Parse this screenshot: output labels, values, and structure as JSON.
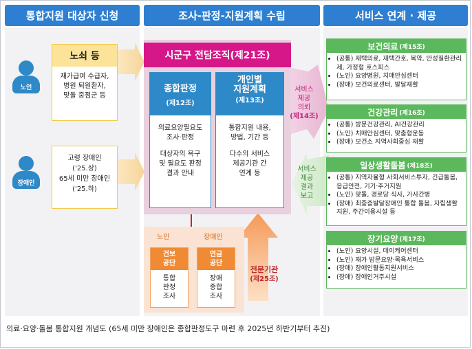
{
  "headers": {
    "col1": "통합지원 대상자 신청",
    "col2": "조사-판정-지원계획 수립",
    "col3": "서비스 연계 · 제공"
  },
  "applicants": {
    "elderly_label": "노인",
    "disabled_label": "장애인",
    "elderly_box": {
      "title": "노쇠 등",
      "lines": [
        "재가급여 수급자,",
        "병원 퇴원환자,",
        "맞돌 중점군 등"
      ]
    },
    "disabled_box": {
      "lines": [
        "고령 장애인",
        "('25.상)",
        "65세 미만 장애인",
        "('25.하)"
      ]
    }
  },
  "assessment": {
    "org_title": "시군구 전담조직(제21조)",
    "left_card": {
      "title": "종합판정",
      "sub": "(제12조)",
      "text1": [
        "의료요양필요도",
        "조사·판정"
      ],
      "text2": [
        "대상자의 욕구",
        "및 필요도 판정",
        "결과 안내"
      ]
    },
    "right_card": {
      "title_lines": [
        "개인별",
        "지원계획"
      ],
      "sub": "(제13조)",
      "text1": [
        "통합지원 내용,",
        "방법, 기간 등"
      ],
      "text2": [
        "다수의 서비스",
        "제공기관 간",
        "연계 등"
      ]
    },
    "bottom": {
      "elderly": "노인",
      "disabled": "장애인",
      "card1": {
        "top": [
          "건보",
          "공단"
        ],
        "body": [
          "통합",
          "판정",
          "조사"
        ]
      },
      "card2": {
        "top": [
          "연금",
          "공단"
        ],
        "body": [
          "장애",
          "종합",
          "조사"
        ]
      },
      "expert": "전문기관",
      "expert_sub": "(제25조)"
    }
  },
  "arrows": {
    "request": {
      "lines": [
        "서비스",
        "제공",
        "의뢰"
      ],
      "sub": "(제14조)"
    },
    "report": {
      "lines": [
        "서비스",
        "제공",
        "결과",
        "보고"
      ]
    }
  },
  "services": [
    {
      "title": "보건의료",
      "sub": "(제15조)",
      "items": [
        "(공통) 재택의료, 재택간호, 복약, 만성질환관리제, 가정형 호스피스",
        "(노인) 요양병원, 치매안심센터",
        "(장애) 보건의료센터, 발달재활"
      ]
    },
    {
      "title": "건강관리",
      "sub": "(제16조)",
      "items": [
        "(공통) 방문건강관리, AI건강관리",
        "(노인) 치매안심센터, 맞춤형운동",
        "(장애) 보건소 지역사회중심 재활"
      ]
    },
    {
      "title": "일상생활돌봄",
      "sub": "(제18조)",
      "items": [
        "(공통) 지역자율형 사회서비스투자, 긴급돌봄, 응급안전, 기기·주거지원",
        "(노인) 맞돌, 경로당 식사, 가사간병",
        "(장애) 최중증발달장애인 통합 돌봄, 자립생활지원, 주간이용시설 등"
      ]
    },
    {
      "title": "장기요양",
      "sub": "(제17조)",
      "items": [
        "(노인) 요양시설, 데이케어센터",
        "(노인) 재가 방문요양·목욕서비스",
        "(장애) 장애인활동지원서비스",
        "(장애) 장애인거주시설"
      ]
    }
  ],
  "caption": "의료·요양·돌봄 통합지원 개념도 (65세 미만 장애인은 종합판정도구 마련 후 2025년 하반기부터 추진)"
}
